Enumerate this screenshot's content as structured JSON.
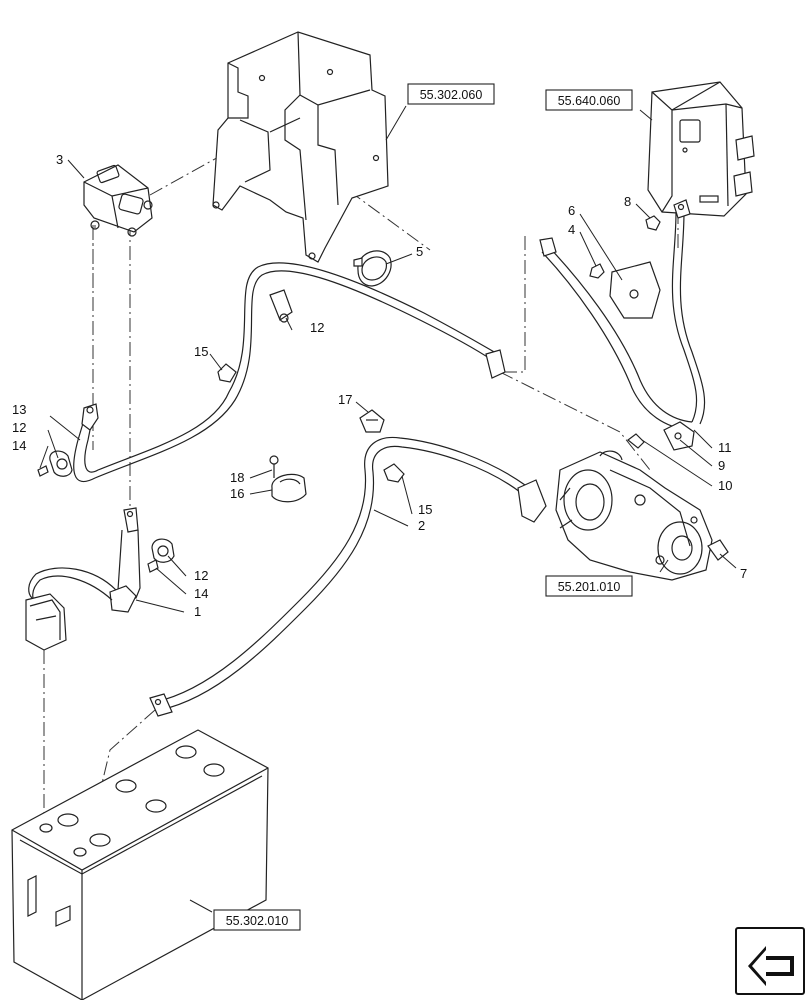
{
  "references": {
    "bracket": "55.302.060",
    "module": "55.640.060",
    "starter": "55.201.010",
    "battery": "55.302.010"
  },
  "callouts": {
    "c1": "1",
    "c2": "2",
    "c3": "3",
    "c4": "4",
    "c5": "5",
    "c6": "6",
    "c7": "7",
    "c8": "8",
    "c9": "9",
    "c10": "10",
    "c11": "11",
    "c12a": "12",
    "c12b": "12",
    "c12c": "12",
    "c13": "13",
    "c14a": "14",
    "c14b": "14",
    "c15a": "15",
    "c15b": "15",
    "c16": "16",
    "c17": "17",
    "c18": "18"
  },
  "navigation": {
    "icon": "arrow-left-icon"
  }
}
